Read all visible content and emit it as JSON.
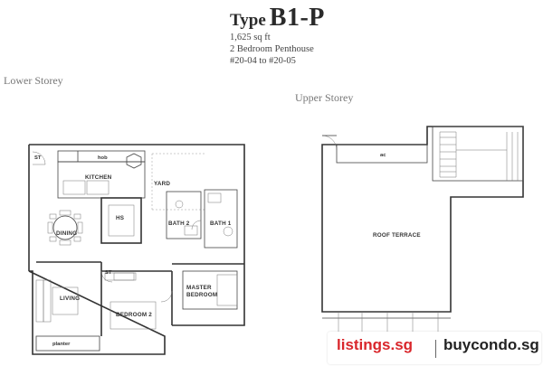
{
  "header": {
    "title_prefix": "Type",
    "title_code": "B1-P",
    "area": "1,625 sq ft",
    "unit_type": "2 Bedroom Penthouse",
    "unit_numbers": "#20-04 to #20-05"
  },
  "storeys": {
    "lower": "Lower Storey",
    "upper": "Upper Storey"
  },
  "lower_rooms": {
    "st_top": "ST",
    "hob": "hob",
    "kitchen": "KITCHEN",
    "yard": "YARD",
    "hs": "HS",
    "dining": "DINING",
    "bath2": "BATH 2",
    "bath1": "BATH 1",
    "st_mid": "ST",
    "living": "LIVING",
    "master_line1": "MASTER",
    "master_line2": "BEDROOM",
    "bedroom2": "BEDROOM 2",
    "planter": "planter"
  },
  "upper_rooms": {
    "ac": "ac",
    "roof_terrace": "ROOF TERRACE"
  },
  "watermark": {
    "site1": "listings.sg",
    "divider": "|",
    "site2": "buycondo.sg"
  }
}
